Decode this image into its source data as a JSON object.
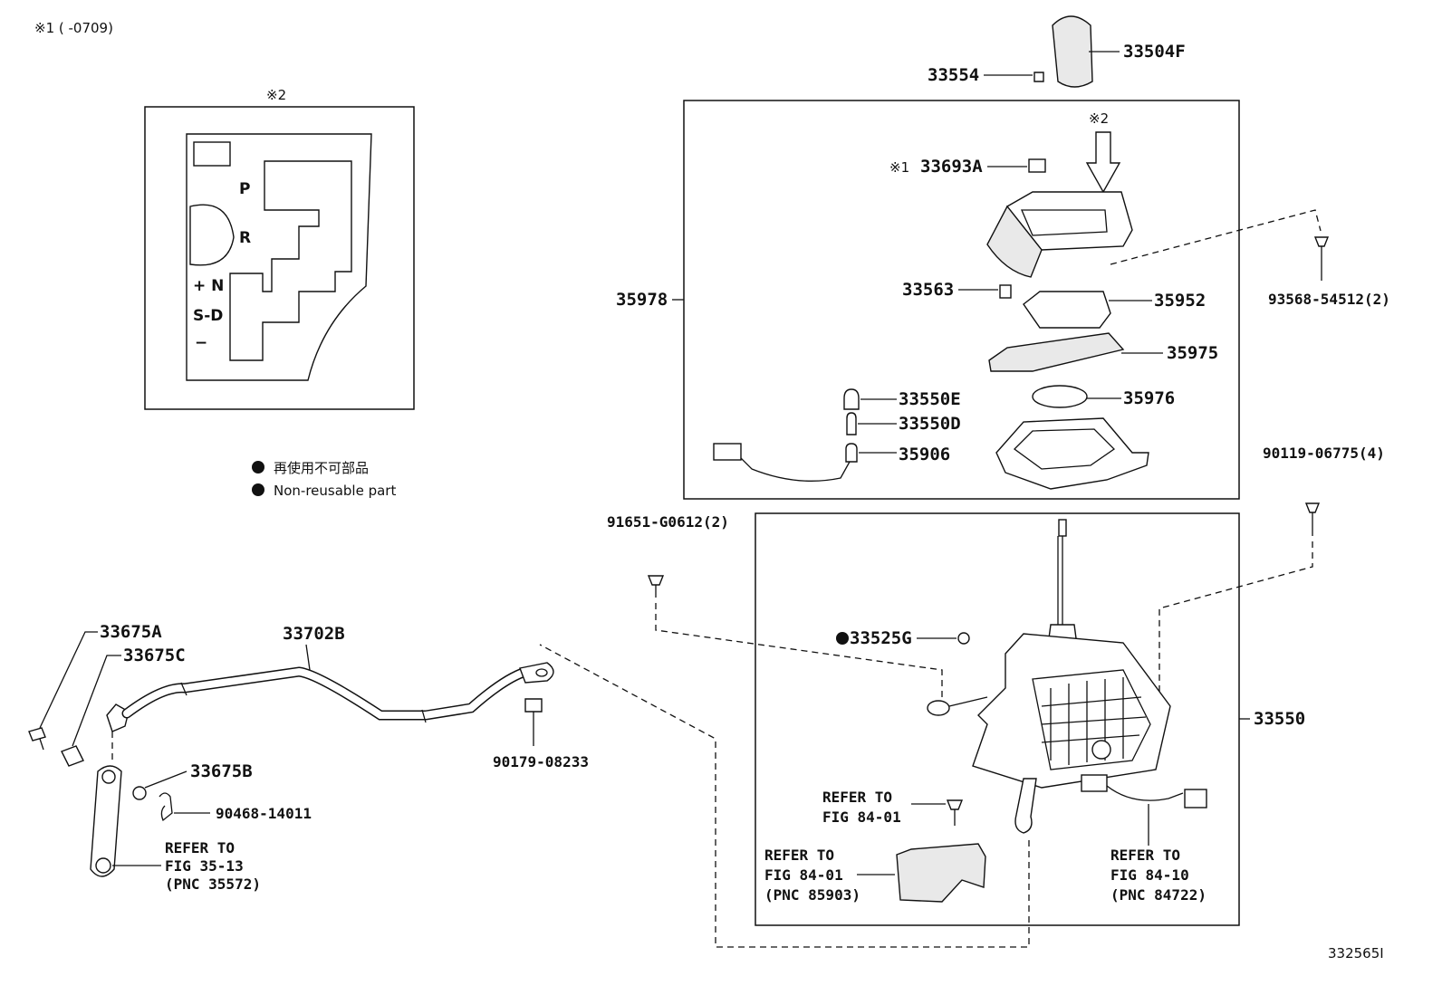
{
  "notes": {
    "note1": "※1 (      -0709)",
    "note2_inset": "※2",
    "note2_arrow": "※2",
    "legend_jp": "再使用不可部品",
    "legend_en": "Non-reusable part",
    "figure_id": "332565I"
  },
  "gate": {
    "p": "P",
    "r": "R",
    "n": "+ N",
    "sd": "S-D",
    "minus": "−"
  },
  "labels": {
    "p33504F": "33504F",
    "p33554": "33554",
    "p33693A": "33693A",
    "p33693A_prefix": "※1",
    "p35978": "35978",
    "p33563": "33563",
    "p35952": "35952",
    "p35975": "35975",
    "p33550E": "33550E",
    "p33550D": "33550D",
    "p35976": "35976",
    "p35906": "35906",
    "p93568": "93568-54512(2)",
    "p90119": "90119-06775(4)",
    "p91651": "91651-G0612(2)",
    "p33525G": "33525G",
    "p33550": "33550",
    "p33675A": "33675A",
    "p33675C": "33675C",
    "p33702B": "33702B",
    "p90179": "90179-08233",
    "p33675B": "33675B",
    "p90468": "90468-14011"
  },
  "refs": {
    "r35": [
      "REFER TO",
      "FIG 35-13",
      "(PNC 35572)"
    ],
    "r84a": [
      "REFER TO",
      "FIG 84-01"
    ],
    "r84b": [
      "REFER TO",
      "FIG 84-01",
      "(PNC 85903)"
    ],
    "r84c": [
      "REFER TO",
      "FIG 84-10",
      "(PNC 84722)"
    ]
  }
}
